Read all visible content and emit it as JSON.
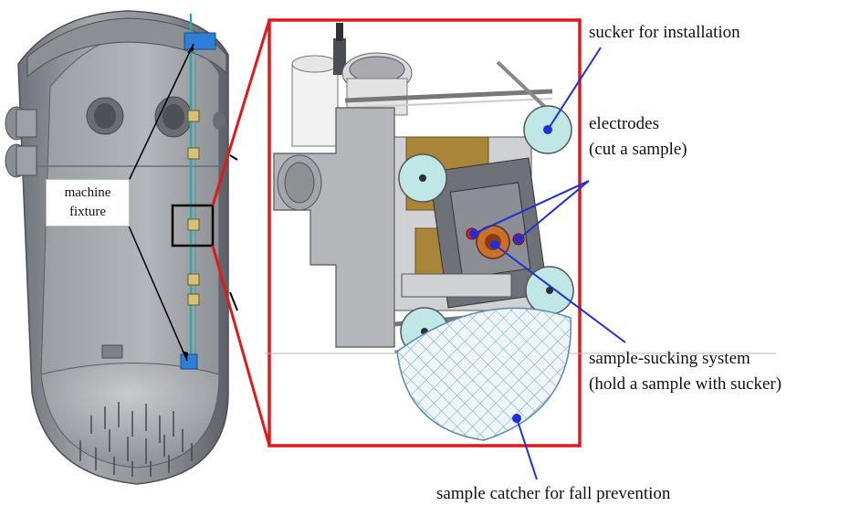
{
  "labels": {
    "machine_fixture": [
      "machine",
      "fixture"
    ],
    "sucker_for_installation": "sucker for installation",
    "electrodes": [
      "electrodes",
      "(cut a sample)"
    ],
    "sample_sucking": [
      "sample-sucking system",
      "(hold a sample with sucker)"
    ],
    "sample_catcher": "sample catcher for fall prevention"
  },
  "colors": {
    "frame_red": "#e0191b",
    "pointer_blue": "#1f2fd8",
    "vessel_gray": "#7f8389",
    "sucker_cyan": "#bfe7e6",
    "brass": "#a9853a",
    "fixture_blue": "#2f7fd6"
  }
}
